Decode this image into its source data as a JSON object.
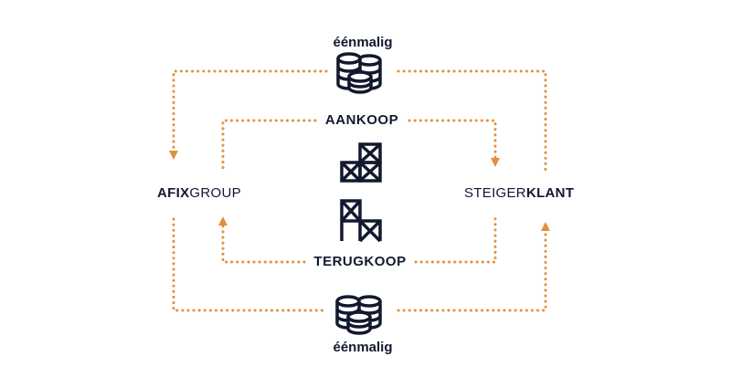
{
  "labels": {
    "top_once": "éénmalig",
    "bottom_once": "éénmalig",
    "purchase": "AANKOOP",
    "buyback": "TERUGKOOP",
    "left_bold": "AFIX",
    "left_regular": "GROUP",
    "right_regular": "STEIGER",
    "right_bold": "KLANT"
  },
  "icons": {
    "coins_top": "coin-stack-icon",
    "coins_bottom": "coin-stack-icon",
    "scaffold_upper": "scaffold-icon",
    "scaffold_lower": "scaffold-icon"
  },
  "colors": {
    "arrow": "#e0913f",
    "ink": "#12192f",
    "background": "#ffffff"
  }
}
